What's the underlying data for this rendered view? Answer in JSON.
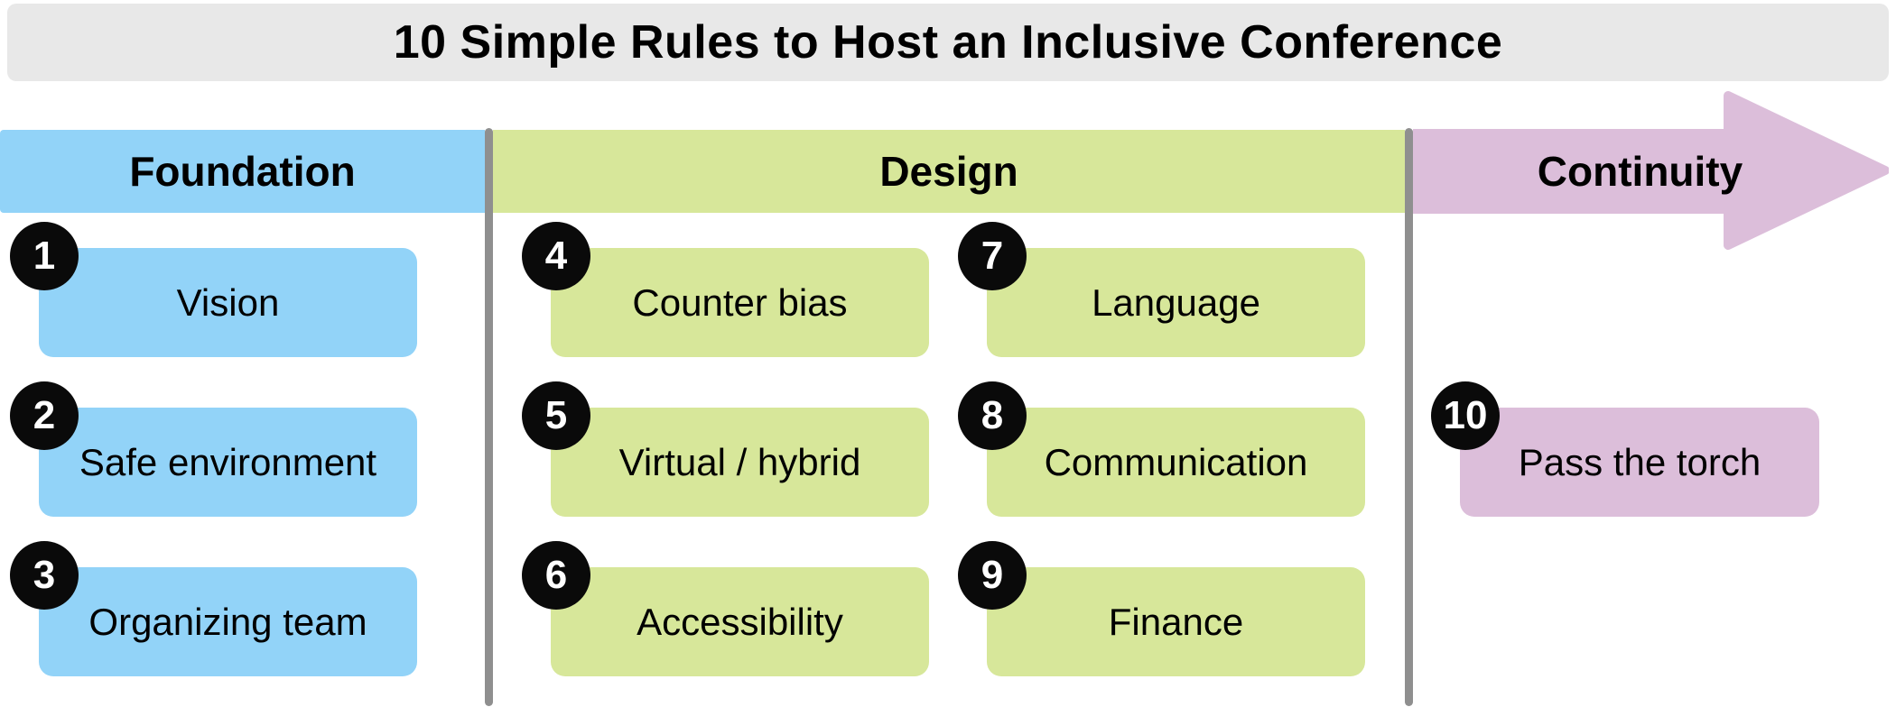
{
  "title": "10 Simple Rules to Host an Inclusive Conference",
  "sections": [
    {
      "label": "Foundation",
      "color": "#92d3f8",
      "rules": [
        {
          "number": "1",
          "label": "Vision"
        },
        {
          "number": "2",
          "label": "Safe environment"
        },
        {
          "number": "3",
          "label": "Organizing team"
        }
      ]
    },
    {
      "label": "Design",
      "color": "#d7e79a",
      "rules": [
        {
          "number": "4",
          "label": "Counter bias"
        },
        {
          "number": "5",
          "label": "Virtual / hybrid"
        },
        {
          "number": "6",
          "label": "Accessibility"
        },
        {
          "number": "7",
          "label": "Language"
        },
        {
          "number": "8",
          "label": "Communication"
        },
        {
          "number": "9",
          "label": "Finance"
        }
      ]
    },
    {
      "label": "Continuity",
      "color": "#dcbeda",
      "rules": [
        {
          "number": "10",
          "label": "Pass the torch"
        }
      ]
    }
  ],
  "colors": {
    "foundation_blue": "#92d3f8",
    "design_green": "#d7e79a",
    "continuity_pink": "#dcbeda",
    "title_bar_gray": "#e8e8e8",
    "divider_gray": "#8f8f8f",
    "badge_black": "#0a0a0a",
    "text_black": "#111111"
  }
}
